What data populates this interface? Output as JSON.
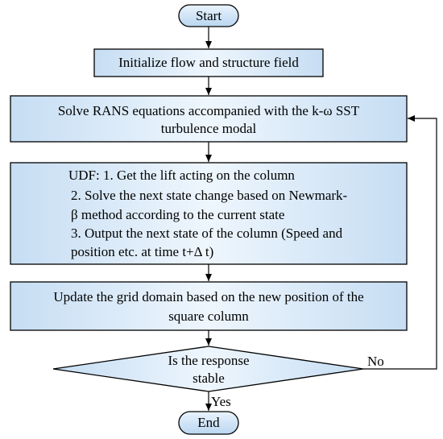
{
  "nodes": {
    "start": "Start",
    "init": "Initialize flow and structure field",
    "rans": {
      "line1": "Solve RANS equations accompanied with the k-ω SST",
      "line2": "turbulence modal"
    },
    "udf": {
      "line1": "UDF: 1. Get the lift acting on the column",
      "line2": "2. Solve the next state change based on Newmark-",
      "line3": "β method according to the current state",
      "line4": "3. Output the next state of the column (Speed and",
      "line5": "position etc. at time t+Δ t)"
    },
    "update": {
      "line1": "Update the grid domain based on the new position of the",
      "line2": "square column"
    },
    "decision": {
      "line1": "Is the response",
      "line2": "stable"
    },
    "end": "End"
  },
  "edges": {
    "no_label": "No",
    "yes_label": "Yes"
  },
  "colors": {
    "fill": "#c8e0f5",
    "fill_light": "#eaf4fd",
    "stroke": "#000000"
  }
}
